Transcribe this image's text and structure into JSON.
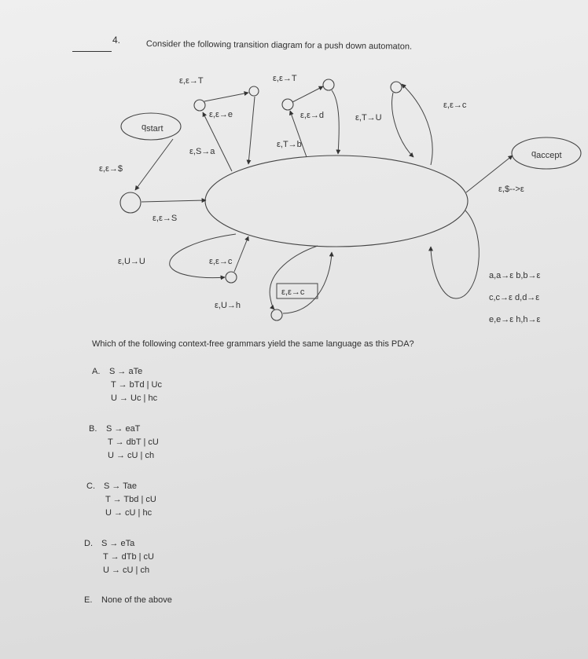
{
  "question": {
    "number": "4.",
    "text": "Consider the following transition diagram for a push down automaton."
  },
  "diagram": {
    "states": {
      "start": "q",
      "start_sub": "start",
      "accept": "q",
      "accept_sub": "accept"
    },
    "transitions": {
      "push_s_initial": "ε,ε→$",
      "push_S": "ε,ε→S",
      "push_T_left": "ε,ε→T",
      "push_e": "ε,ε→e",
      "pop_S_push_a": "ε,S→a",
      "push_T_right": "ε,ε→T",
      "push_d": "ε,ε→d",
      "pop_T_push_b": "ε,T→b",
      "pop_T_push_U": "ε,T→U",
      "push_c_top": "ε,ε→c",
      "pop_dollar": "ε,$-->ε",
      "pop_U_push_U": "ε,U→U",
      "push_c_bottom_left": "ε,ε→c",
      "push_c_bottom_boxed": "ε,ε→c",
      "pop_U_push_h": "ε,U→h",
      "match_1": "a,a→ε  b,b→ε",
      "match_2": "c,c→ε  d,d→ε",
      "match_3": "e,e→ε  h,h→ε"
    }
  },
  "prompt": "Which of the following context-free grammars yield the same language as this PDA?",
  "choices": [
    {
      "letter": "A.",
      "lines": [
        "S → aTe",
        "T → bTd | Uc",
        "U → Uc | hc"
      ]
    },
    {
      "letter": "B.",
      "lines": [
        "S → eaT",
        "T → dbT | cU",
        "U → cU | ch"
      ]
    },
    {
      "letter": "C.",
      "lines": [
        "S → Tae",
        "T → Tbd | cU",
        "U → cU | hc"
      ]
    },
    {
      "letter": "D.",
      "lines": [
        "S → eTa",
        "T → dTb | cU",
        "U → cU | ch"
      ]
    },
    {
      "letter": "E.",
      "lines": [
        "None of the above"
      ]
    }
  ]
}
